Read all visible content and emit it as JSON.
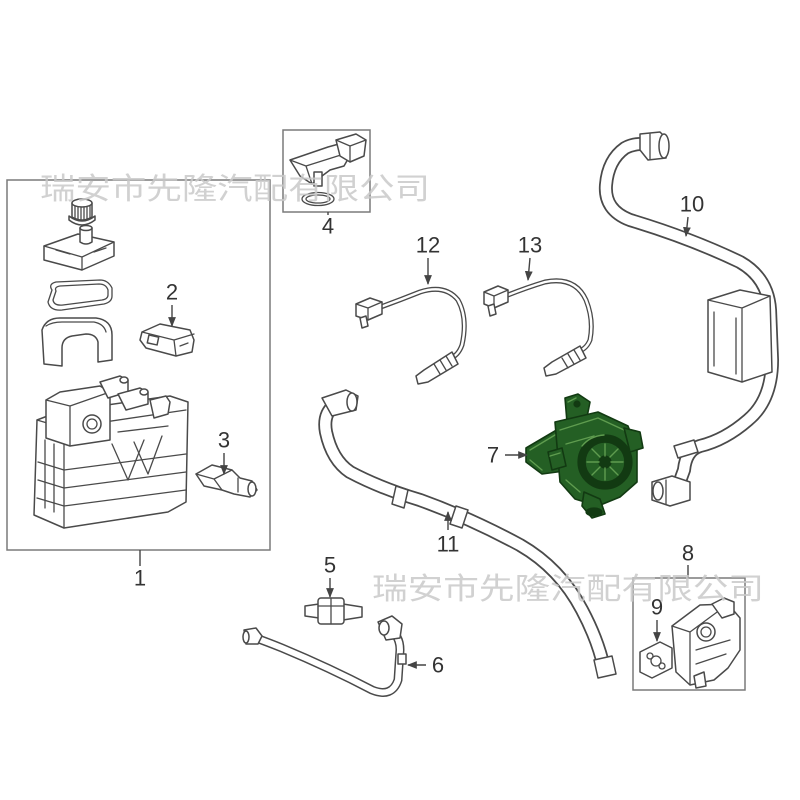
{
  "callouts": {
    "c1": "1",
    "c2": "2",
    "c3": "3",
    "c4": "4",
    "c5": "5",
    "c6": "6",
    "c7": "7",
    "c8": "8",
    "c9": "9",
    "c10": "10",
    "c11": "11",
    "c12": "12",
    "c13": "13"
  },
  "watermarks": {
    "top": "瑞安市先隆汽配有限公司",
    "bottom": "瑞安市先隆汽配有限公司"
  },
  "colors": {
    "line": "#4a4a4a",
    "highlight": "#245f24",
    "highlight_dark": "#123a12",
    "highlight_light": "#5f9c4f",
    "watermark": "#c9c9c9"
  }
}
